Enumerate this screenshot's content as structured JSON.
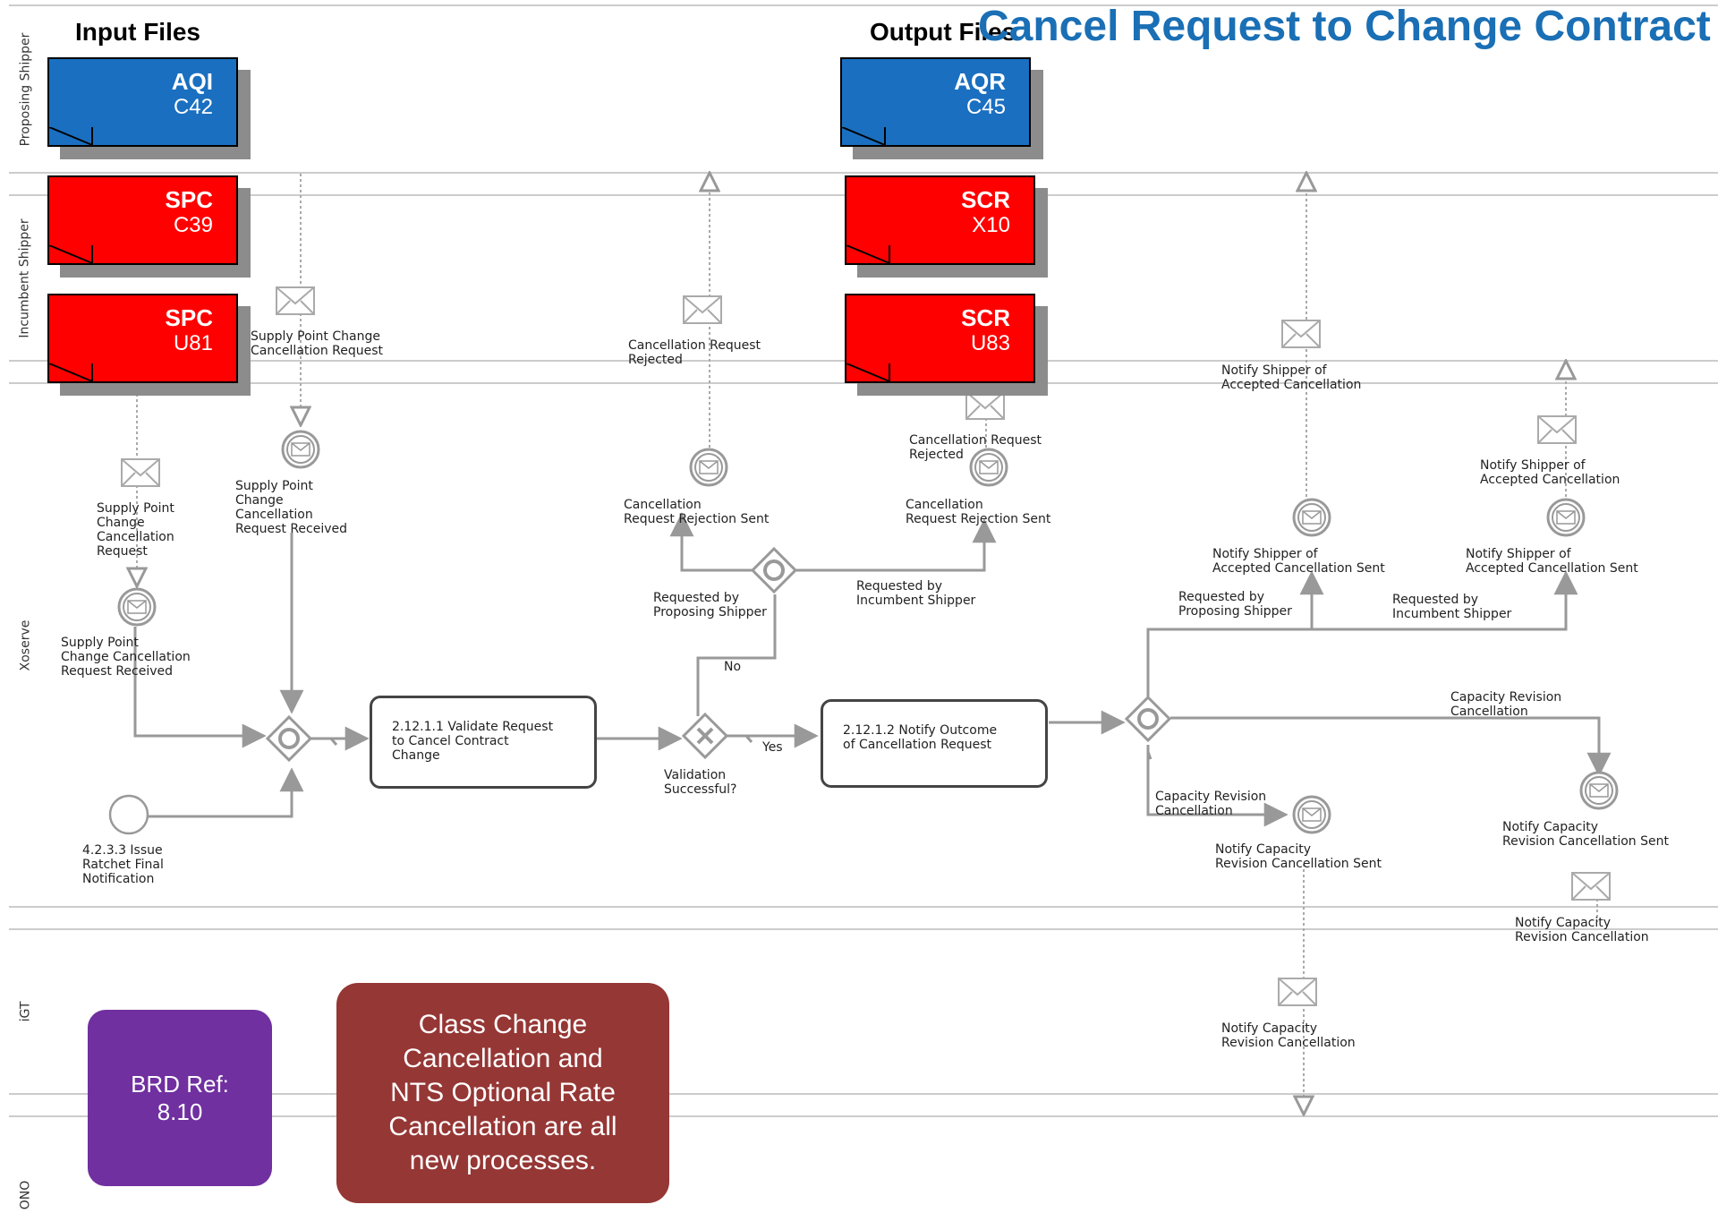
{
  "title": "Cancel Request to Change Contract",
  "headers": {
    "input": "Input Files",
    "output": "Output Files"
  },
  "lanes": [
    "Proposing Shipper",
    "Incumbent Shipper",
    "Xoserve",
    "iGT",
    "ONO"
  ],
  "files": {
    "aqi": {
      "code": "AQI",
      "sub": "C42"
    },
    "spc1": {
      "code": "SPC",
      "sub": "C39"
    },
    "spc2": {
      "code": "SPC",
      "sub": "U81"
    },
    "aqr": {
      "code": "AQR",
      "sub": "C45"
    },
    "scr1": {
      "code": "SCR",
      "sub": "X10"
    },
    "scr2": {
      "code": "SCR",
      "sub": "U83"
    }
  },
  "colors": {
    "blue_file": "#1a6fc0",
    "red_file": "#ff0000",
    "title": "#1a6fb5",
    "brd_note": "#7030a0",
    "info_note": "#953735"
  },
  "labels": {
    "msg_spc_left": "Supply Point\nChange\nCancellation\nRequest",
    "evt_spc_left": "Supply Point\nChange Cancellation\nRequest Received",
    "msg_spc_mid": "Supply Point Change\nCancellation Request",
    "evt_spc_mid": "Supply Point\nChange\nCancellation\nRequest Received",
    "start_event": "4.2.3.3 Issue\nRatchet Final\nNotification",
    "task1": "2.12.1.1 Validate Request\nto Cancel Contract\nChange",
    "gw_validation": "Validation\nSuccessful?",
    "flow_no": "No",
    "flow_yes": "Yes",
    "flow_req_proposing_1": "Requested by\nProposing Shipper",
    "flow_req_incumbent_1": "Requested by\nIncumbent Shipper",
    "evt_rej_prop": "Cancellation\nRequest Rejection Sent",
    "msg_rej_prop": "Cancellation Request\nRejected",
    "evt_rej_inc": "Cancellation\nRequest Rejection Sent",
    "msg_rej_inc": "Cancellation Request\nRejected",
    "task2": "2.12.1.2 Notify Outcome\nof Cancellation Request",
    "flow_req_proposing_2": "Requested by\nProposing Shipper",
    "flow_req_incumbent_2": "Requested by\nIncumbent Shipper",
    "evt_acc_prop": "Notify Shipper of\nAccepted Cancellation Sent",
    "msg_acc_prop": "Notify Shipper of\nAccepted Cancellation",
    "evt_acc_inc": "Notify Shipper of\nAccepted Cancellation Sent",
    "msg_acc_inc": "Notify Shipper of\nAccepted Cancellation",
    "flow_cap_rev_1": "Capacity Revision\nCancellation",
    "flow_cap_rev_2": "Capacity Revision\nCancellation",
    "evt_cap_igt": "Notify Capacity\nRevision Cancellation Sent",
    "msg_cap_igt": "Notify Capacity\nRevision Cancellation",
    "evt_cap_ono": "Notify Capacity\nRevision Cancellation Sent",
    "msg_cap_ono": "Notify Capacity\nRevision Cancellation"
  },
  "notes": {
    "brd": "BRD Ref:\n8.10",
    "info": "Class Change\nCancellation and\nNTS Optional Rate\nCancellation are all\nnew processes."
  }
}
